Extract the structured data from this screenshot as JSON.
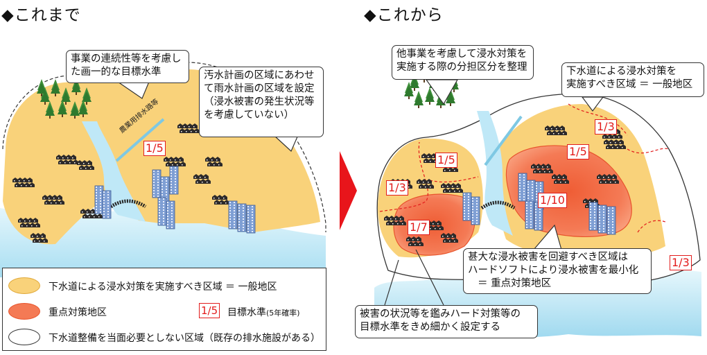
{
  "left_panel": {
    "title": "◆これまで",
    "callout_uniform": [
      "事業の連続性等を考慮し",
      "た画一的な目標水準"
    ],
    "callout_sewage": [
      "汚水計画の区域にあわせ",
      "て雨水計画の区域を設定",
      "（浸水被害の発生状況等",
      "を考慮していない）"
    ],
    "channel_label": "農業用排水路等",
    "probability": "1/5"
  },
  "right_panel": {
    "title": "◆これから",
    "callout_share": [
      "他事業を考慮して浸水対策を",
      "実施する際の分担区分を整理"
    ],
    "callout_general": [
      "下水道による浸水対策を",
      "実施すべき区域 ＝ 一般地区"
    ],
    "callout_priority": [
      "甚大な浸水被害を回避すべき区域は",
      "ハードソフトにより浸水被害を最小化",
      "＝ 重点対策地区"
    ],
    "callout_target": [
      "被害の状況等を鑑みハード対策等の",
      "目標水準をきめ細かく設定する"
    ],
    "probabilities": [
      "1/5",
      "1/3",
      "1/7",
      "1/10",
      "1/5",
      "1/3",
      "1/3"
    ]
  },
  "legend": {
    "general_area": "下水道による浸水対策を実施すべき区域 ＝ 一般地区",
    "priority_area": "重点対策地区",
    "target_symbol": "1/5",
    "target_level": "目標水準",
    "target_note": "(5年確率)",
    "no_sewer_area": "下水道整備を当面必要としない区域（既存の排水施設がある）"
  },
  "colors": {
    "general_area": "#f9d27a",
    "priority_area": "#f2704a",
    "water": "#cdeef9",
    "buildings": "#6f8fc9",
    "arrow": "#e8151b",
    "probability_red": "#e21b1b"
  }
}
